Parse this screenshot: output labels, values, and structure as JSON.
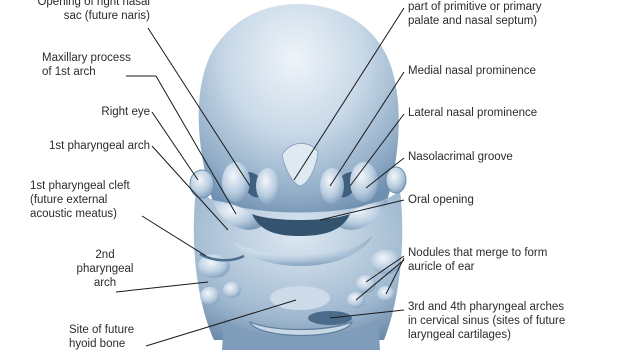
{
  "labels": {
    "right_naris": [
      "Opening of right nasal",
      "sac (future naris)"
    ],
    "maxillary": [
      "Maxillary process",
      "of 1st arch"
    ],
    "right_eye": [
      "Right eye"
    ],
    "arch1": [
      "1st pharyngeal arch"
    ],
    "cleft1": [
      "1st pharyngeal cleft",
      "(future external",
      "acoustic meatus)"
    ],
    "arch2": [
      "2nd",
      "pharyngeal",
      "arch"
    ],
    "hyoid": [
      "Site of future",
      "hyoid bone"
    ],
    "palate": [
      "part of primitive or primary",
      "palate and nasal septum)"
    ],
    "medial_nasal": [
      "Medial nasal prominence"
    ],
    "lateral_nasal": [
      "Lateral nasal prominence"
    ],
    "nasolacrimal": [
      "Nasolacrimal groove"
    ],
    "oral": [
      "Oral opening"
    ],
    "nodules": [
      "Nodules that merge to form",
      "auricle of ear"
    ],
    "arches34": [
      "3rd and 4th pharyngeal arches",
      "in cervical sinus (sites of future",
      "laryngeal cartilages)"
    ]
  },
  "colors": {
    "tissue_light": "#dfe9f2",
    "tissue_mid": "#a9c0d6",
    "tissue_dark": "#5f7f9e",
    "leader": "#1a1a1a",
    "text": "#2b2b2b"
  }
}
